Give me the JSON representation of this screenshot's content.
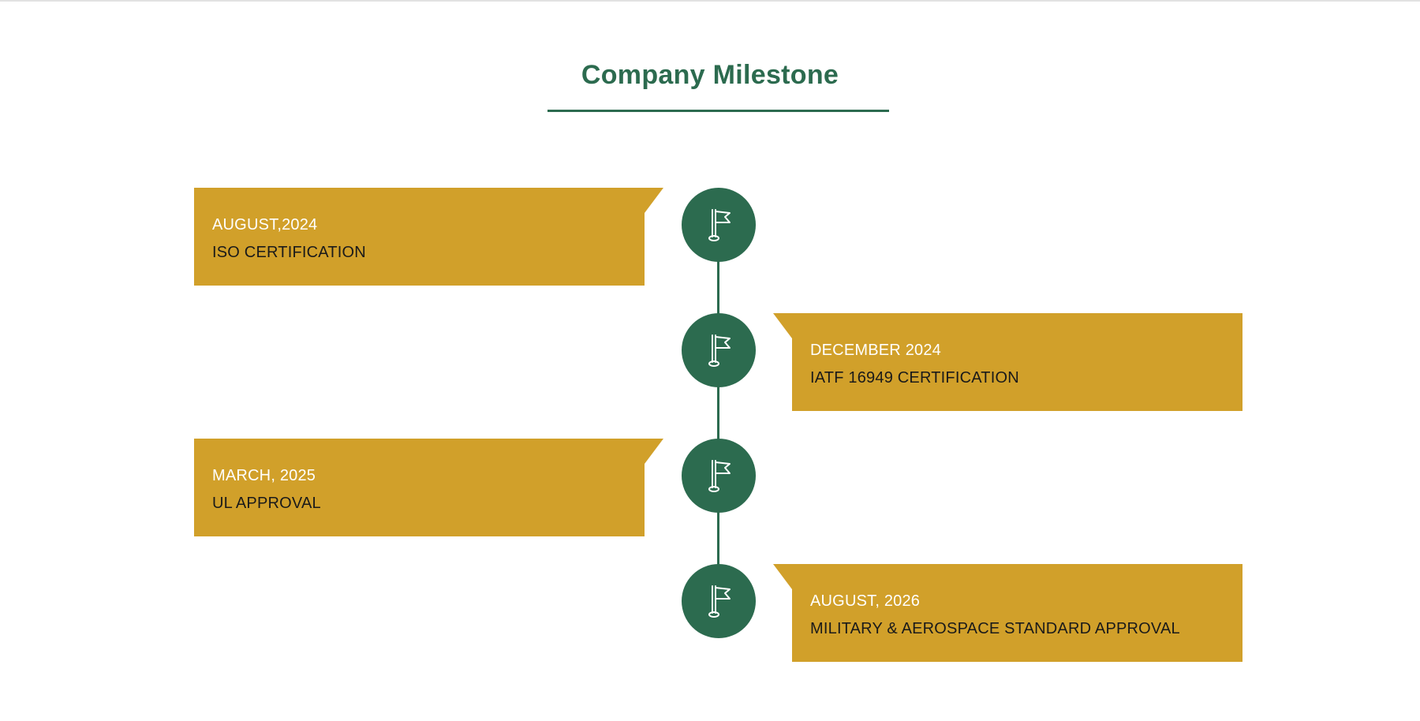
{
  "section": {
    "title": "Company Milestone"
  },
  "colors": {
    "primary_green": "#2c6b4f",
    "card_gold": "#d1a02a",
    "date_text": "#ffffff",
    "label_text": "#1a1a1a"
  },
  "milestones": [
    {
      "date": "AUGUST,2024",
      "label": "ISO CERTIFICATION",
      "side": "left",
      "icon": "flag-icon"
    },
    {
      "date": "DECEMBER 2024",
      "label": "IATF 16949 CERTIFICATION",
      "side": "right",
      "icon": "flag-icon"
    },
    {
      "date": "MARCH, 2025",
      "label": "UL APPROVAL",
      "side": "left",
      "icon": "flag-icon"
    },
    {
      "date": "AUGUST, 2026",
      "label": "MILITARY & AEROSPACE STANDARD APPROVAL",
      "side": "right",
      "icon": "flag-icon"
    }
  ]
}
